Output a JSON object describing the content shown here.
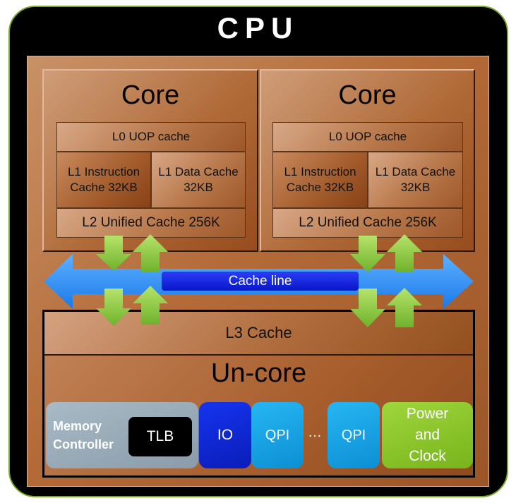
{
  "cpu": {
    "title": "CPU"
  },
  "cores": [
    {
      "title": "Core",
      "l0": "L0 UOP cache",
      "l1i": "L1 Instruction Cache 32KB",
      "l1d": "L1 Data Cache 32KB",
      "l2": "L2 Unified Cache 256K"
    },
    {
      "title": "Core",
      "l0": "L0 UOP cache",
      "l1i": "L1 Instruction Cache 32KB",
      "l1d": "L1 Data Cache 32KB",
      "l2": "L2 Unified Cache 256K"
    }
  ],
  "bus": {
    "label": "Cache line"
  },
  "l3": {
    "label": "L3 Cache"
  },
  "uncore": {
    "title": "Un-core",
    "memory_controller": "Memory Controller",
    "tlb": "TLB",
    "io": "IO",
    "qpi_1": "QPI",
    "ellipsis": "…",
    "qpi_2": "QPI",
    "power": "Power and Clock"
  },
  "colors": {
    "frame_border": "#7aa828",
    "bus_arrow": "#2f8ff5",
    "cache_line_bar": "#0a1fe0",
    "transfer_arrow": "#8cc63e",
    "memory_controller": "#94a7b5",
    "io": "#0a2be3",
    "qpi": "#16a6e8",
    "power": "#8cc72c"
  }
}
